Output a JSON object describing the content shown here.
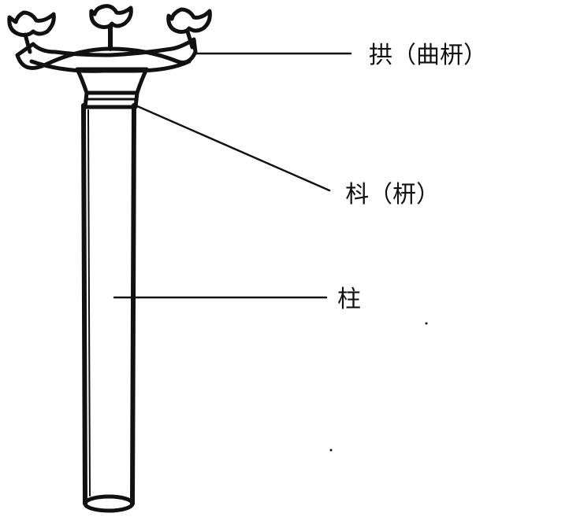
{
  "labels": {
    "gong": "拱（曲枅）",
    "dou": "枓（枅）",
    "zhu": "柱"
  },
  "colors": {
    "ink": "#111111",
    "background": "#ffffff"
  }
}
